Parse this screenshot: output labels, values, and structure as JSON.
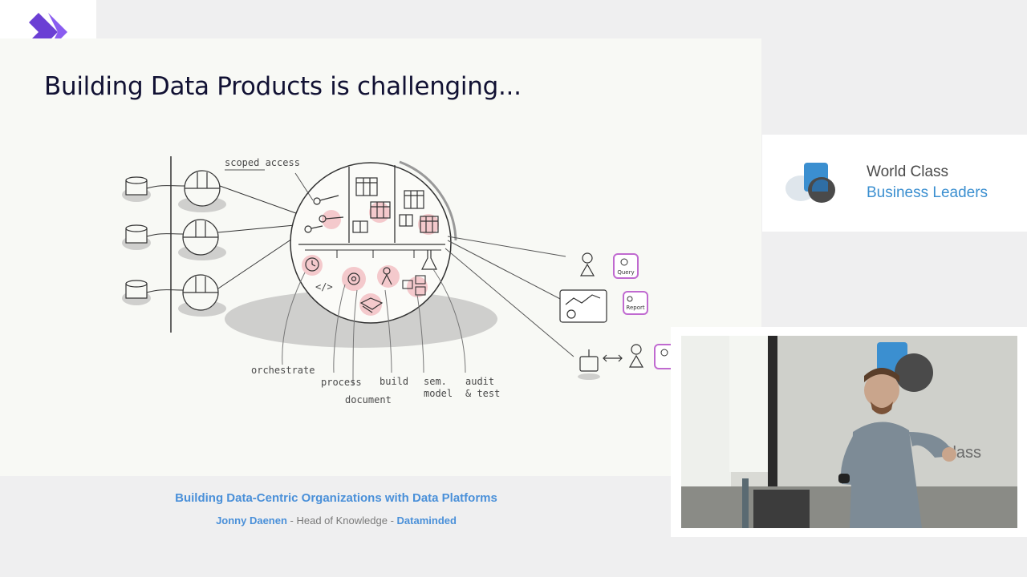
{
  "brand": {
    "name": "dataminded",
    "accent_color": "#6b3fd4",
    "icon": "diamond-arrow-logo"
  },
  "slide": {
    "title": "Building Data Products is challenging...",
    "diagram": {
      "labels": {
        "scoped_access": "scoped access",
        "orchestrate": "orchestrate",
        "process": "process",
        "document": "document",
        "build": "build",
        "sem_model_line1": "sem.",
        "sem_model_line2": "model",
        "audit_line1": "audit",
        "audit_line2": "& test",
        "query": "Query",
        "report": "Report"
      },
      "highlight_color": "#f4c9cc"
    }
  },
  "sponsor": {
    "line1": "World Class",
    "line2": "Business Leaders",
    "icon": "speech-bubbles-logo",
    "color": "#3b8fd0"
  },
  "caption": {
    "talk_title": "Building Data-Centric Organizations with Data Platforms",
    "speaker": "Jonny Daenen",
    "sep1": " - ",
    "role": "Head of Knowledge",
    "sep2": " - ",
    "company": "Dataminded"
  },
  "camera": {
    "backdrop_text": "Class"
  }
}
